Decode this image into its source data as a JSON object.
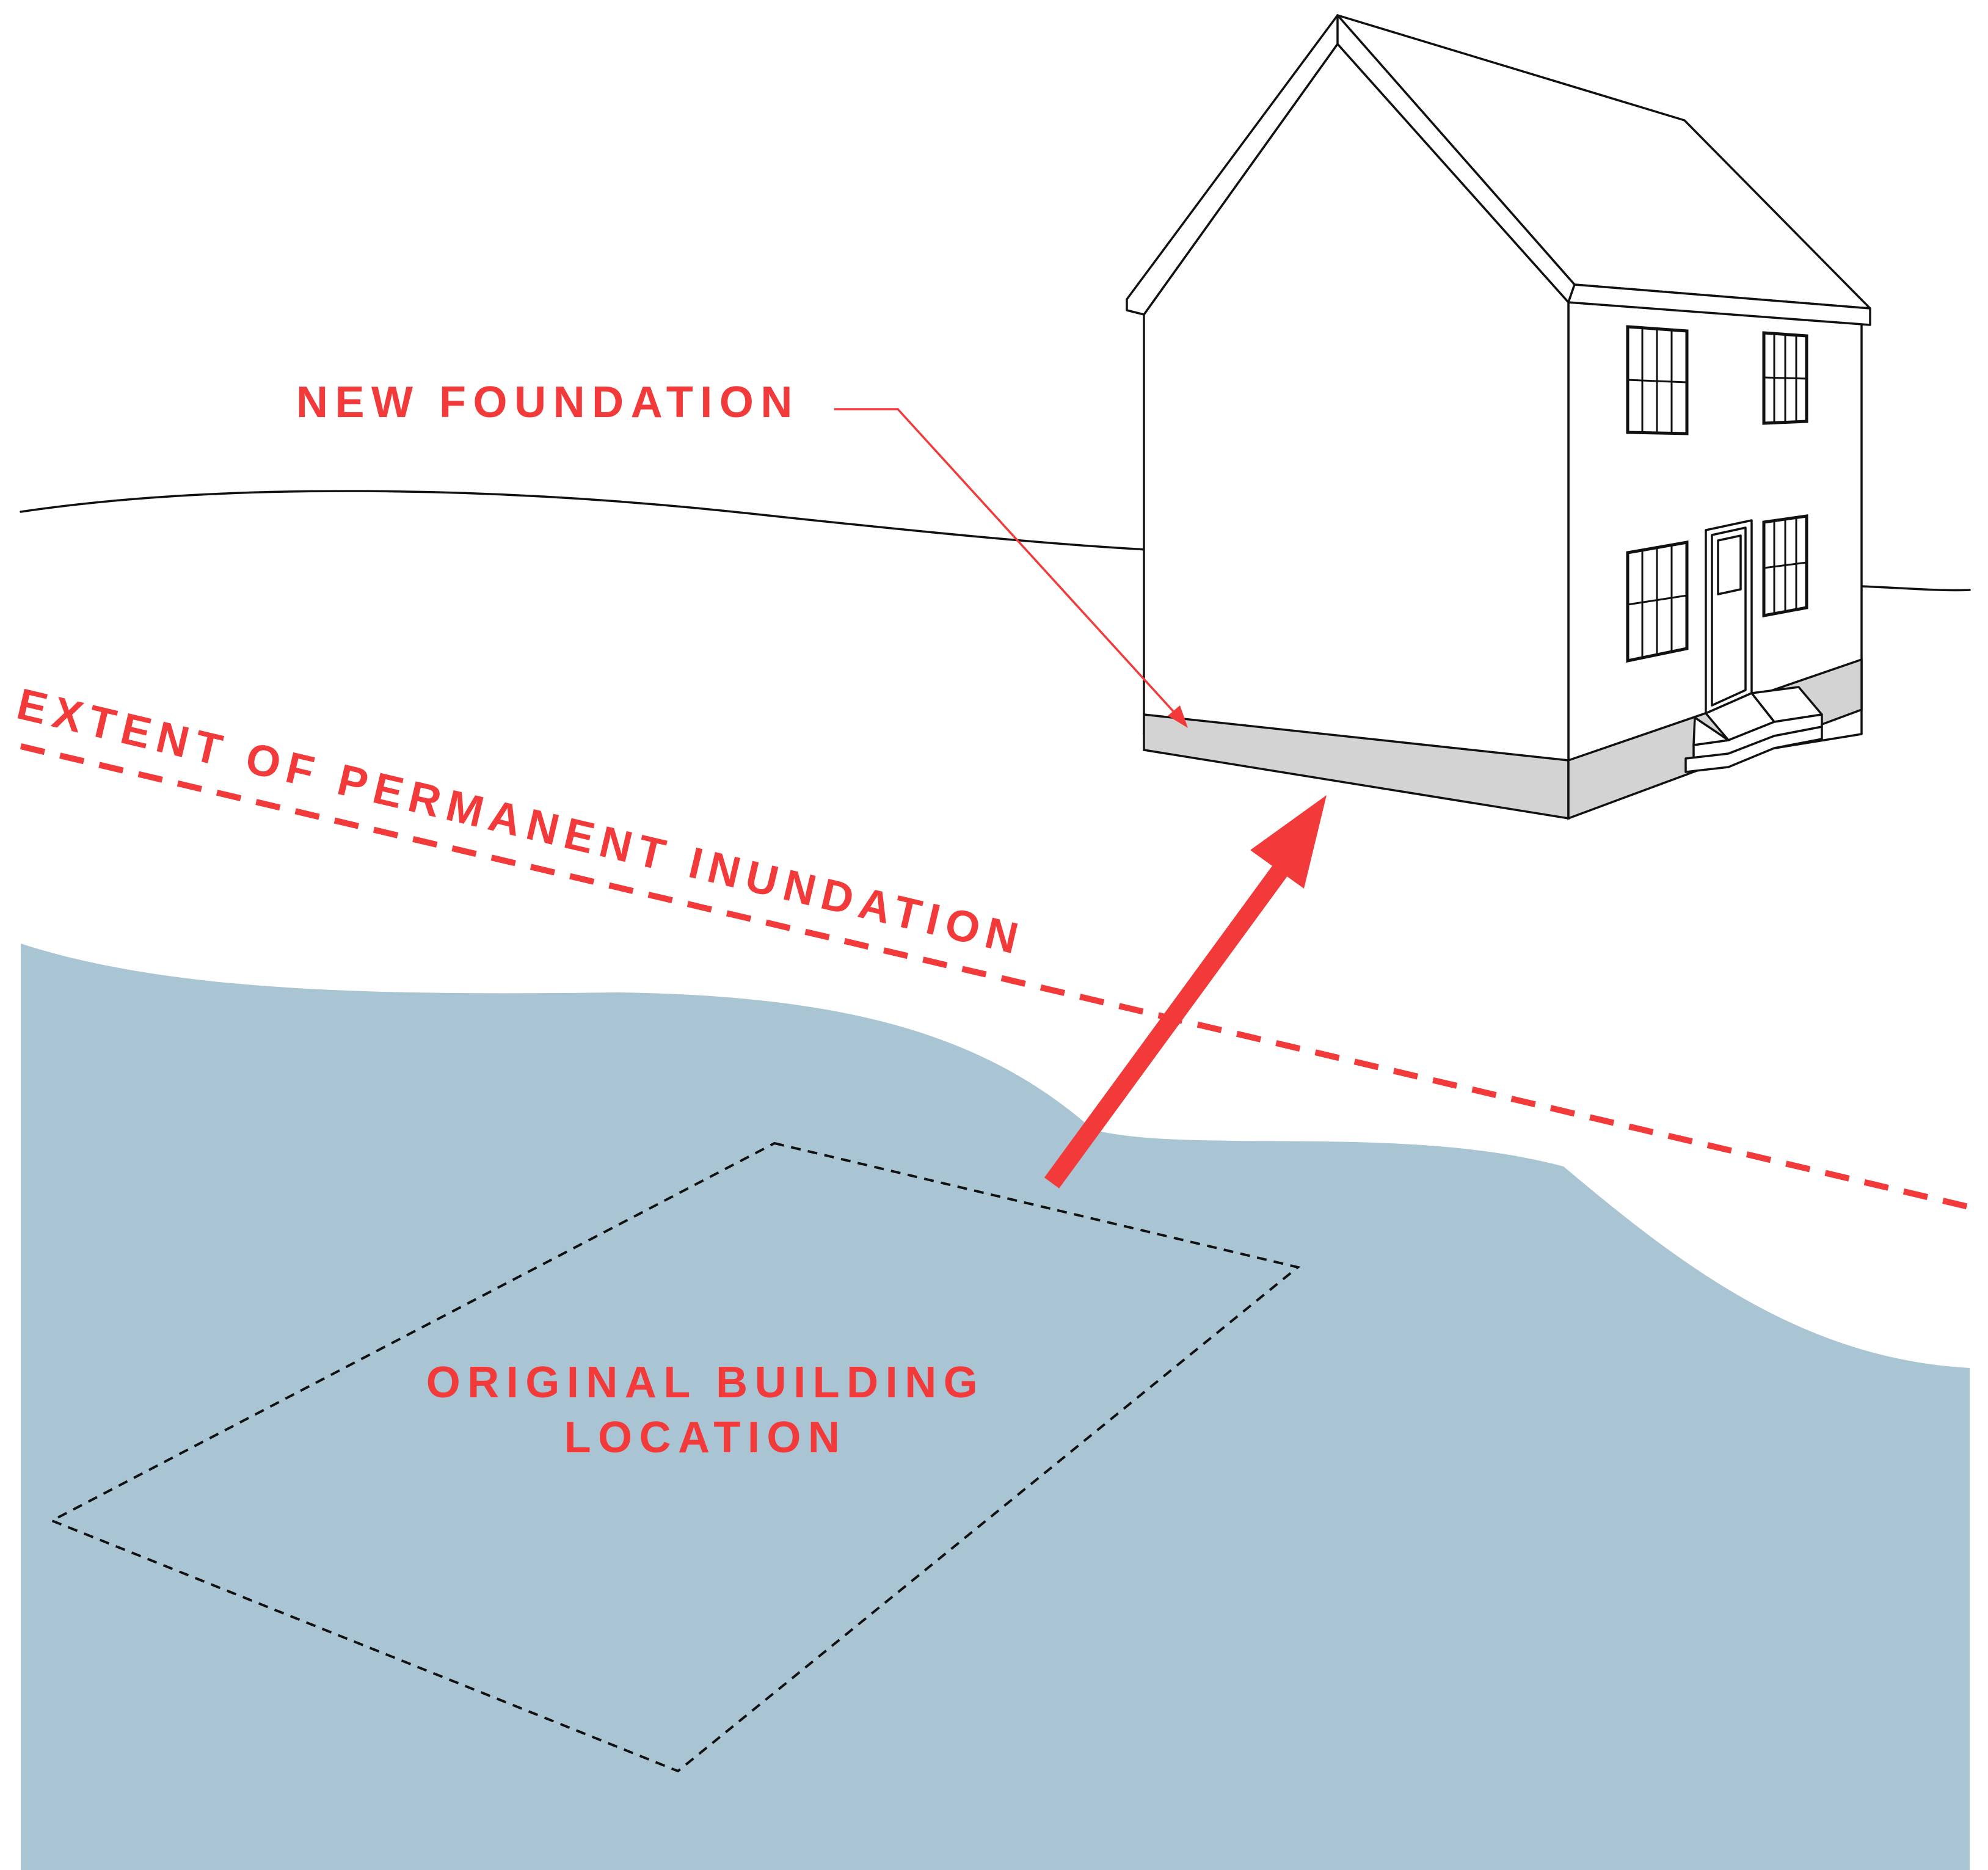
{
  "labels": {
    "new_foundation": "NEW FOUNDATION",
    "extent": "EXTENT OF PERMANENT INUNDATION",
    "original_line1": "ORIGINAL BUILDING",
    "original_line2": "LOCATION"
  },
  "colors": {
    "water": "#a9c4d3",
    "accent_red": "#f23a3a",
    "foundation": "#d3d3d3",
    "line": "#111111",
    "background": "#ffffff"
  }
}
